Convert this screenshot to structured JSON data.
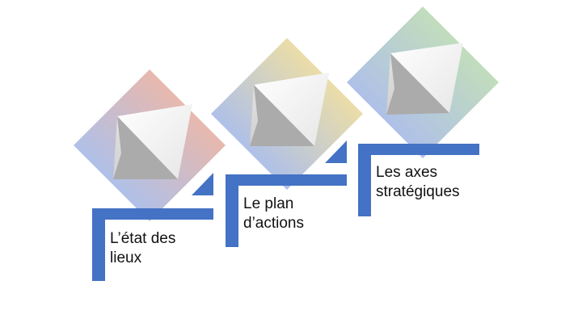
{
  "colors": {
    "bracket": "#4472C4",
    "step1_gradient": [
      "#AFC0E8",
      "#F3B7A2"
    ],
    "step2_gradient": [
      "#AFC0E8",
      "#F7E39B"
    ],
    "step3_gradient": [
      "#AFC0E8",
      "#C5E3B3"
    ]
  },
  "steps": [
    {
      "line1": "L’état des",
      "line2": "lieux"
    },
    {
      "line1": "Le plan",
      "line2": "d’actions"
    },
    {
      "line1": "Les axes",
      "line2": "stratégiques"
    }
  ]
}
